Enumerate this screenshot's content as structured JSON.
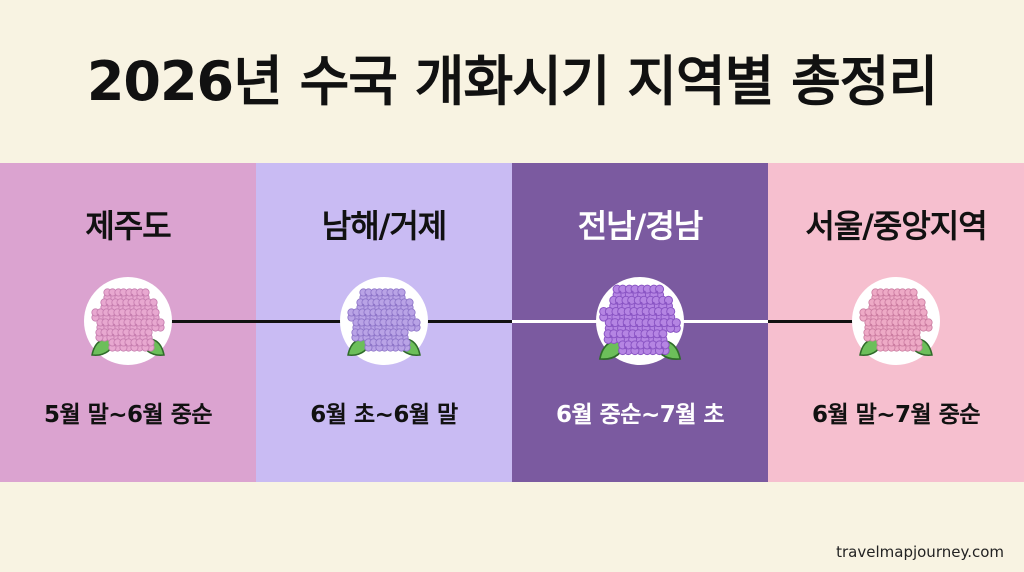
{
  "title": "2026년 수국 개화시기 지역별 총정리",
  "colors": {
    "background": "#f8f3e2",
    "connector_dark": "#111111",
    "connector_light": "#ffffff"
  },
  "regions": [
    {
      "name": "제주도",
      "period": "5월 말~6월 중순",
      "bg": "#dba3d0",
      "text_color": "#111111",
      "flower_color": "#e8a8d0",
      "flower_dark": "#c77fb0",
      "icon": "hydrangea-pink-icon"
    },
    {
      "name": "남해/거제",
      "period": "6월 초~6월 말",
      "bg": "#c9bbf3",
      "text_color": "#111111",
      "flower_color": "#b9a3e6",
      "flower_dark": "#8f76c9",
      "icon": "hydrangea-lavender-icon"
    },
    {
      "name": "전남/경남",
      "period": "6월 중순~7월 초",
      "bg": "#7b5aa0",
      "text_color": "#ffffff",
      "flower_color": "#b585e3",
      "flower_dark": "#8a55c4",
      "icon": "hydrangea-purple-icon"
    },
    {
      "name": "서울/중앙지역",
      "period": "6월 말~7월 중순",
      "bg": "#f6bfcf",
      "text_color": "#111111",
      "flower_color": "#eeaac6",
      "flower_dark": "#cc7ea2",
      "icon": "hydrangea-pink-icon"
    }
  ],
  "footer": "travelmapjourney.com"
}
